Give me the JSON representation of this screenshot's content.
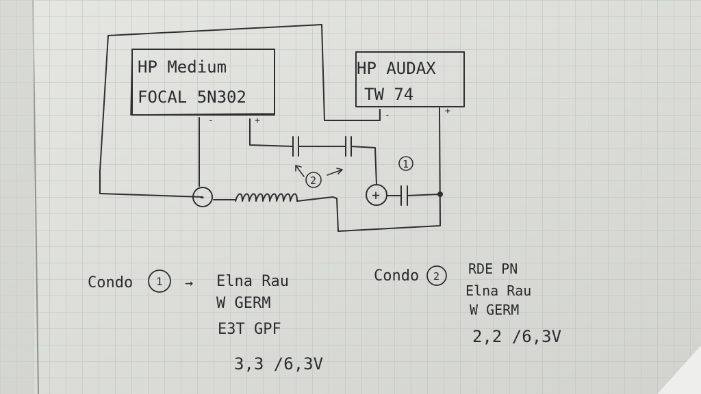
{
  "diagram": {
    "hp_medium": {
      "line1": "HP Medium",
      "line2": "FOCAL 5N302"
    },
    "hp_tweeter": {
      "line1": "HP AUDAX",
      "line2": "TW 74"
    },
    "terminals": {
      "minus": "-",
      "plus": "+"
    },
    "node_minus": "-",
    "node_plus": "+",
    "marker_1": "1",
    "marker_2": "2"
  },
  "notes": {
    "condo1": {
      "title": "Condo",
      "num": "1",
      "arrow": "→",
      "lines": [
        "Elna Rau",
        "W GERM",
        "E3T GPF",
        "3,3  /6,3V"
      ]
    },
    "condo2": {
      "title": "Condo",
      "num": "2",
      "lines": [
        "RDE PN",
        "Elna Rau",
        "W GERM",
        "2,2 /6,3V"
      ]
    }
  }
}
